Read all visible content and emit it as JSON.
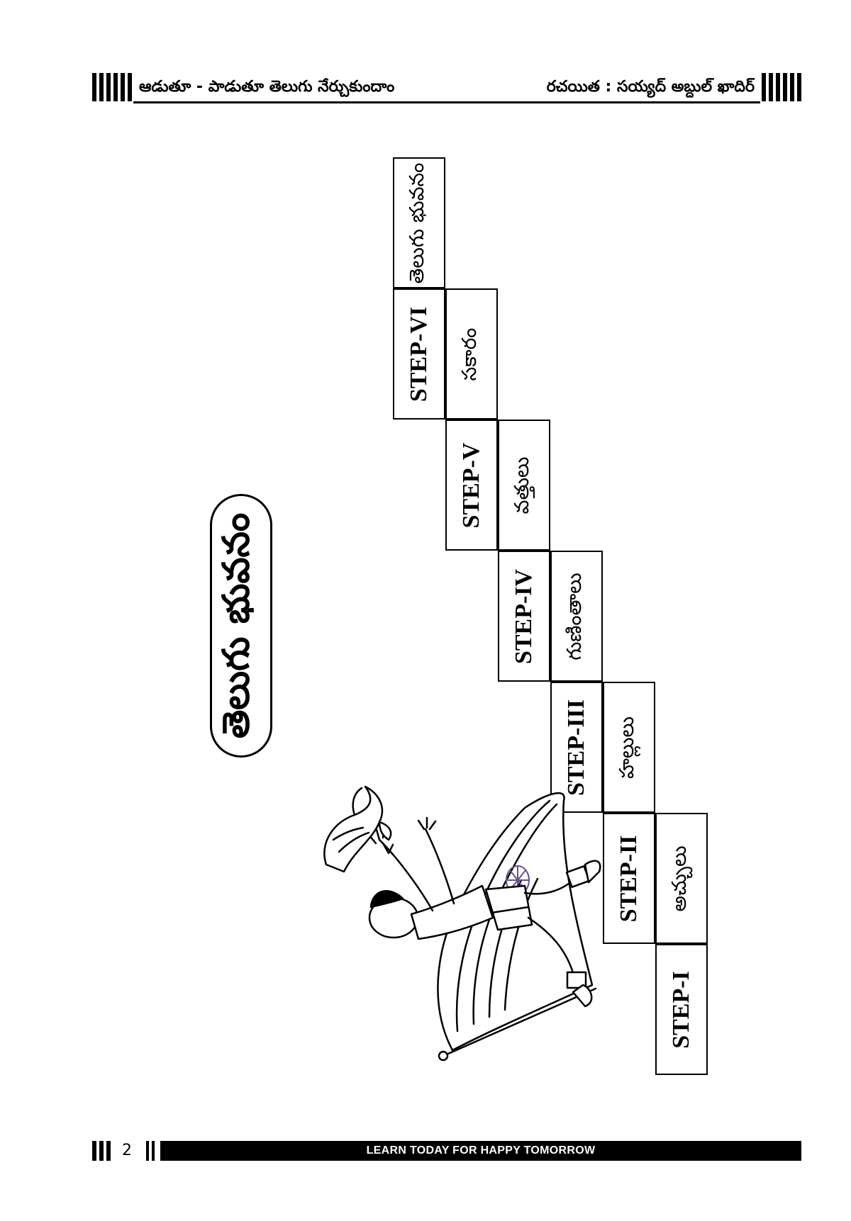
{
  "header": {
    "left_title": "ఆడుతూ - పాడుతూ తెలుగు నేర్చుకుందాం",
    "author": "రచయిత : సయ్యద్ అబ్దుల్ ఖాదిర్"
  },
  "title": "తెలుగు భువనం",
  "stairs": [
    {
      "step": "STEP-I",
      "topic": ""
    },
    {
      "step": "STEP-II",
      "topic": "అచ్చులు"
    },
    {
      "step": "STEP-III",
      "topic": "హల్లులు"
    },
    {
      "step": "STEP-IV",
      "topic": "గుణింతాలు"
    },
    {
      "step": "STEP-V",
      "topic": "వత్తులు"
    },
    {
      "step": "STEP-VI",
      "topic": "సకారం"
    },
    {
      "step": "",
      "topic": "తెలుగు భువనం"
    }
  ],
  "footer": {
    "page_number": "2",
    "tagline": "LEARN TODAY FOR HAPPY TOMORROW"
  },
  "illustration": {
    "icons": [
      "boy-running-icon",
      "dove-icon",
      "flag-icon",
      "ashoka-chakra-icon"
    ],
    "chakra_color": "#6a4c93"
  }
}
